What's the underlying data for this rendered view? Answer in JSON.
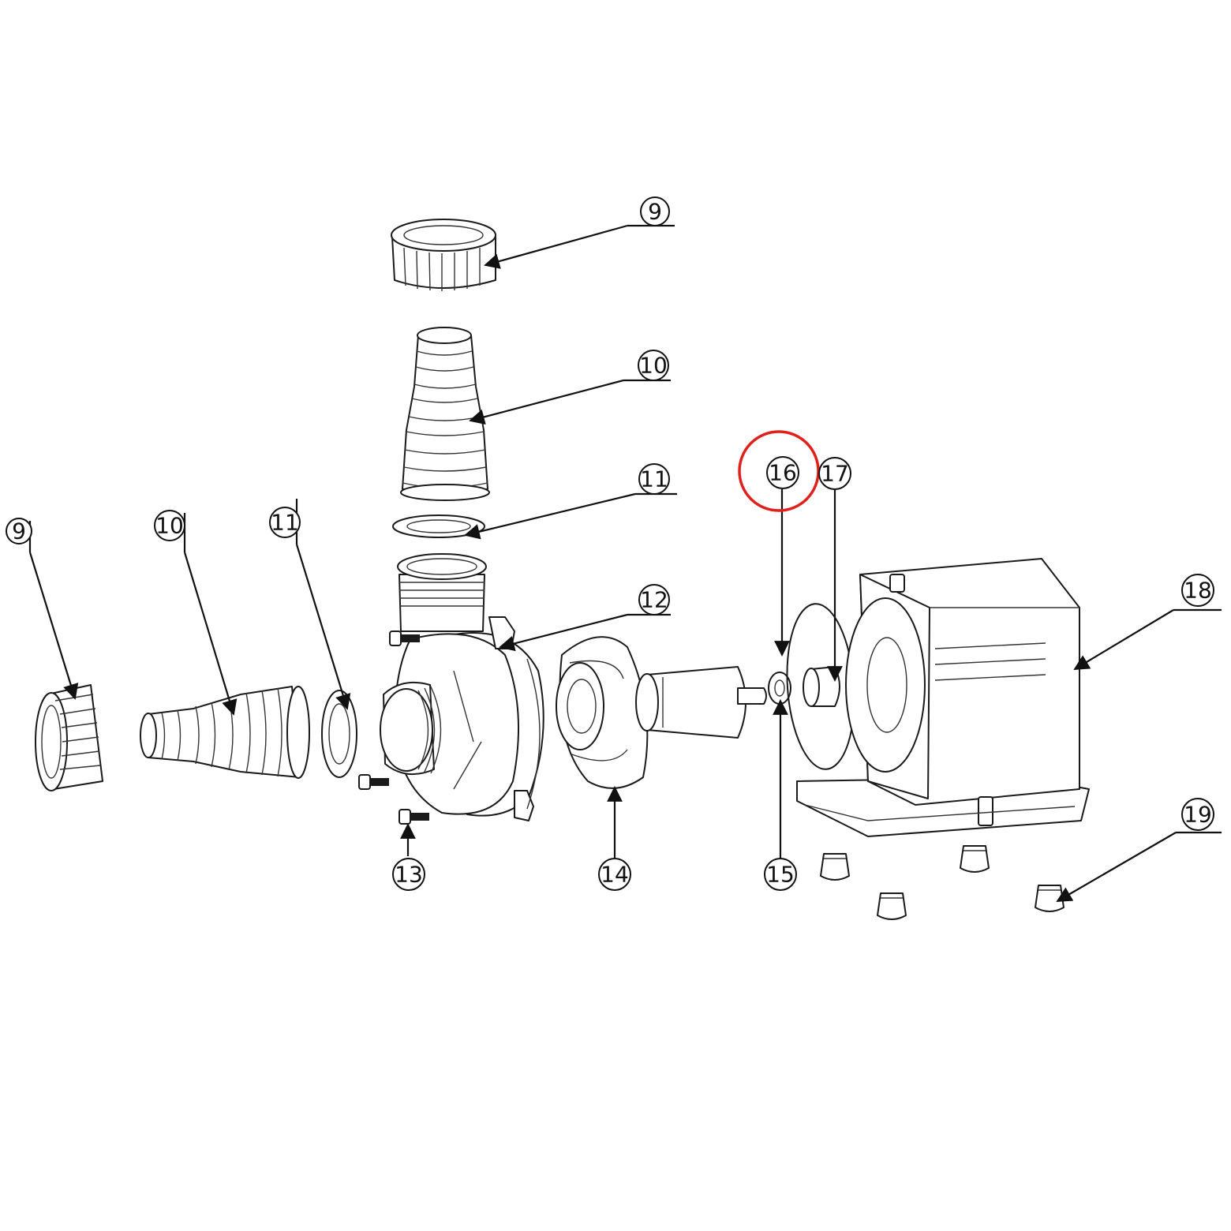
{
  "highlight_color": "#e0201b",
  "callouts": [
    {
      "id": "c9-top",
      "label": "9"
    },
    {
      "id": "c10-top",
      "label": "10"
    },
    {
      "id": "c11-top",
      "label": "11"
    },
    {
      "id": "c12",
      "label": "12"
    },
    {
      "id": "c9-left",
      "label": "9"
    },
    {
      "id": "c10-left",
      "label": "10"
    },
    {
      "id": "c11-left",
      "label": "11"
    },
    {
      "id": "c13",
      "label": "13"
    },
    {
      "id": "c14",
      "label": "14"
    },
    {
      "id": "c15",
      "label": "15"
    },
    {
      "id": "c16",
      "label": "16",
      "highlighted": true
    },
    {
      "id": "c17",
      "label": "17"
    },
    {
      "id": "c18",
      "label": "18"
    },
    {
      "id": "c19",
      "label": "19"
    }
  ]
}
